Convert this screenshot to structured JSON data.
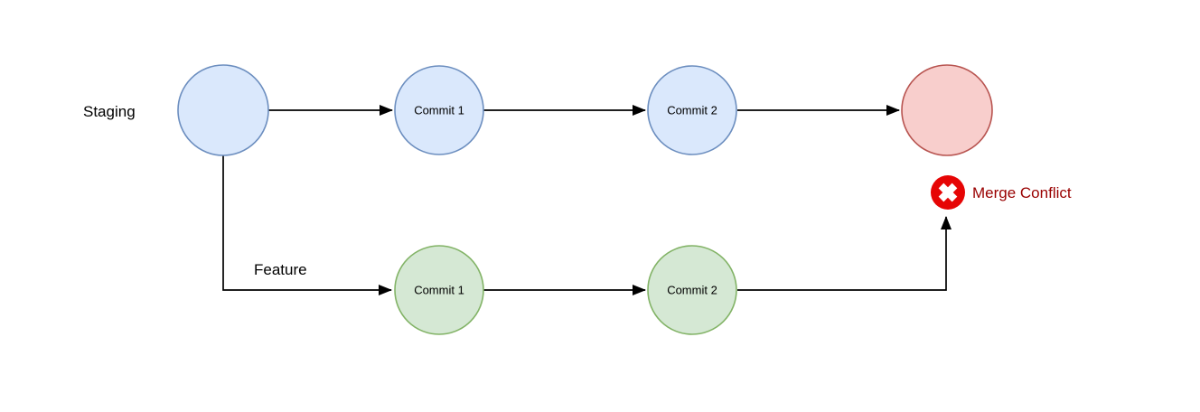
{
  "branches": {
    "staging": {
      "label": "Staging",
      "commits": [
        "Commit 1",
        "Commit 2"
      ]
    },
    "feature": {
      "label": "Feature",
      "commits": [
        "Commit 1",
        "Commit 2"
      ]
    }
  },
  "conflict": {
    "label": "Merge Conflict"
  },
  "colors": {
    "staging_node_fill": "#dae8fc",
    "staging_node_stroke": "#6c8ebf",
    "feature_node_fill": "#d5e8d4",
    "feature_node_stroke": "#82b366",
    "merge_node_fill": "#f8cecc",
    "merge_node_stroke": "#b85450",
    "conflict_icon_fill": "#e60505",
    "conflict_icon_x": "#ffffff",
    "conflict_label_color": "#990000",
    "edge_color": "#000000"
  }
}
